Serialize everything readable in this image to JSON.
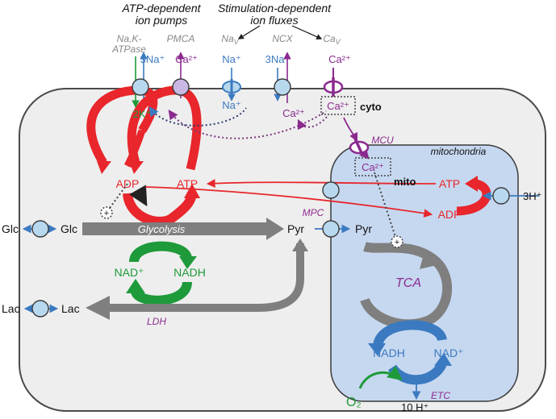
{
  "headers": {
    "atp_pumps_line1": "ATP-dependent",
    "atp_pumps_line2": "ion pumps",
    "stim_fluxes_line1": "Stimulation-dependent",
    "stim_fluxes_line2": "ion fluxes"
  },
  "transporters": {
    "nak_line1": "Na,K-",
    "nak_line2": "ATPase",
    "pmca": "PMCA",
    "nav": "Na",
    "nav_sub": "V",
    "ncx": "NCX",
    "cav": "Ca",
    "cav_sub": "V",
    "mcu": "MCU",
    "mpc": "MPC",
    "etc": "ETC"
  },
  "ions": {
    "na_3_top": "3Na⁺",
    "ca_pmca_top": "Ca²⁺",
    "na_nav_top": "Na⁺",
    "na_ncx_top": "3Na⁺",
    "ca_cav_top": "Ca²⁺",
    "k_2": "2K⁺",
    "na_nav_bottom": "Na⁺",
    "ca_ncx_bottom": "Ca²⁺",
    "ca_cyto": "Ca²⁺",
    "ca_mito": "Ca²⁺",
    "h_3": "3H⁺",
    "h_10": "10 H⁺",
    "o2": "O₂"
  },
  "compartments": {
    "cyto": "cyto",
    "mito_label": "mitochondria",
    "mito": "mito"
  },
  "metabolites": {
    "adp_cyto": "ADP",
    "atp_cyto": "ATP",
    "atp_mito": "ATP",
    "adp_mito": "ADP",
    "glc_out": "Glc",
    "glc_in": "Glc",
    "glycolysis": "Glycolysis",
    "pyr_cyto": "Pyr",
    "pyr_mito": "Pyr",
    "nad_plus_cyto": "NAD⁺",
    "nadh_cyto": "NADH",
    "lac_out": "Lac",
    "lac_in": "Lac",
    "ldh": "LDH",
    "tca": "TCA",
    "nadh_mito": "NADH",
    "nad_plus_mito": "NAD⁺",
    "plus": "+"
  },
  "colors": {
    "red": "#e8262c",
    "purple": "#8b2a8f",
    "blue": "#3b7ac0",
    "green": "#1e9a3a",
    "gray": "#7f7f7f",
    "cell_fill": "#eeeeee",
    "mito_fill": "#c6d8f0",
    "transporter_fill": "#b8d8ee"
  }
}
